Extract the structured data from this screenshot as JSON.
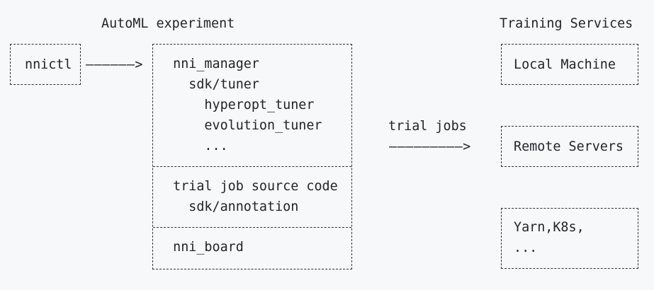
{
  "colors": {
    "background": "#f6f8fa",
    "text": "#212529",
    "line": "#2f3439"
  },
  "headers": {
    "automl": "AutoML experiment",
    "training_services": "Training Services"
  },
  "nnictl": {
    "label": "nnictl"
  },
  "flow": {
    "nnictl_to_manager_arrow": "——————>",
    "trial_jobs_label": "trial jobs",
    "manager_to_services_arrow": "—————————>"
  },
  "manager_box": {
    "core": [
      {
        "text": "nni_manager",
        "indent": 2
      },
      {
        "text": "sdk/tuner",
        "indent": 4
      },
      {
        "text": "hyperopt_tuner",
        "indent": 6
      },
      {
        "text": "evolution_tuner",
        "indent": 6
      },
      {
        "text": "...",
        "indent": 6
      }
    ],
    "trial": [
      {
        "text": "trial job source code",
        "indent": 2
      },
      {
        "text": "sdk/annotation",
        "indent": 4
      }
    ],
    "board": [
      {
        "text": "nni_board",
        "indent": 2
      }
    ]
  },
  "training_services": [
    {
      "name": "Local Machine",
      "lines": [
        "Local Machine"
      ]
    },
    {
      "name": "Remote Servers",
      "lines": [
        "Remote Servers"
      ]
    },
    {
      "name": "Yarn / K8s",
      "lines": [
        "Yarn,K8s,",
        "..."
      ]
    }
  ]
}
